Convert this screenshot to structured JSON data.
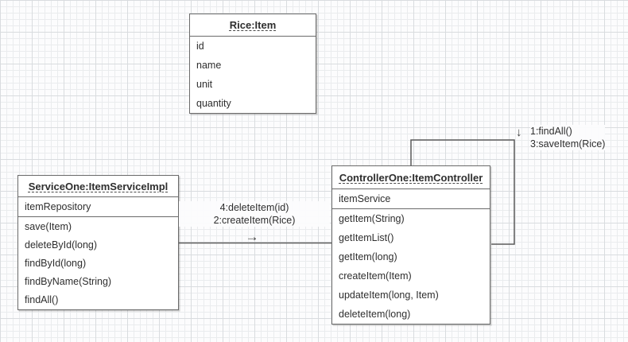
{
  "diagram": {
    "boxes": {
      "rice": {
        "title": "Rice:Item",
        "attributes": [
          "id",
          "name",
          "unit",
          "quantity"
        ]
      },
      "service": {
        "title": "ServiceOne:ItemServiceImpl",
        "attributes": [
          "itemRepository"
        ],
        "methods": [
          "save(Item)",
          "deleteById(long)",
          "findById(long)",
          "findByName(String)",
          "findAll()"
        ]
      },
      "controller": {
        "title": "ControllerOne:ItemController",
        "attributes": [
          "itemService"
        ],
        "methods": [
          "getItem(String)",
          "getItemList()",
          "getItem(long)",
          "createItem(Item)",
          "updateItem(long, Item)",
          "deleteItem(long)"
        ]
      }
    },
    "edges": {
      "service_controller": {
        "label_line1": "4:deleteItem(id)",
        "label_line2": "2:createItem(Rice)",
        "direction_arrow": "→"
      },
      "controller_loop": {
        "label_line1": "1:findAll()",
        "label_line2": "3:saveItem(Rice)",
        "direction_arrow": "↓"
      }
    },
    "colors": {
      "box_border": "#6a6a6a",
      "box_fill": "#ffffff",
      "text": "#2e2e2e",
      "connector_line": "#5a5a5a",
      "grid_minor": "#eaecee",
      "grid_major": "#d9dcdf",
      "background": "#fcfcfd"
    }
  }
}
